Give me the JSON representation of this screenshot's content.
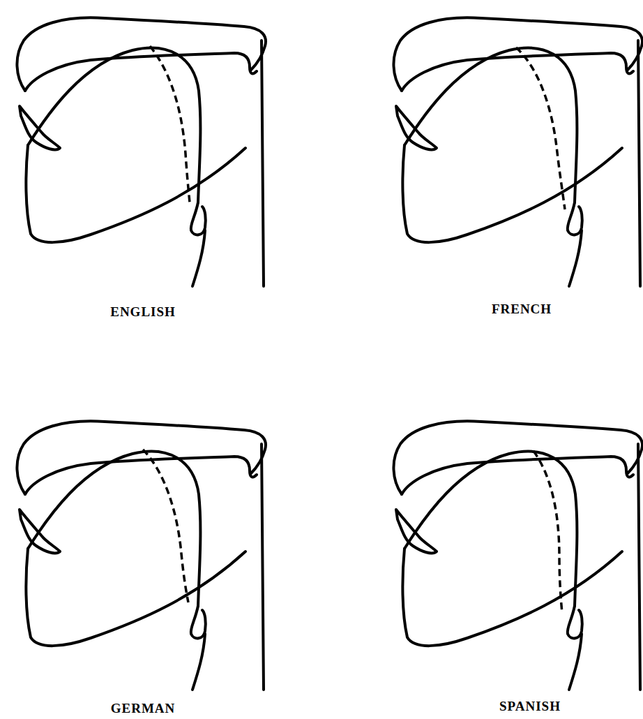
{
  "diagram": {
    "labels": [
      "ENGLISH",
      "FRENCH",
      "GERMAN",
      "SPANISH"
    ]
  }
}
